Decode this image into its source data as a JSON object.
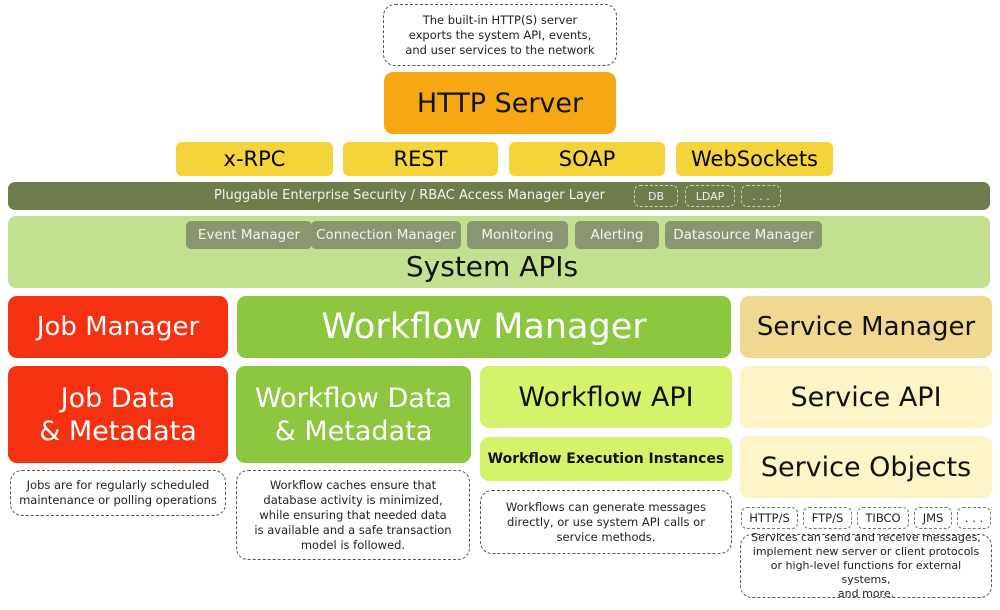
{
  "colors": {
    "http_server": "#f5a814",
    "protocol": "#f5d33a",
    "security_bar": "#6f7d4d",
    "system_apis": "#c2e08f",
    "job": "#f53112",
    "workflow": "#8dc63f",
    "workflow_light": "#d4f26a",
    "service_header": "#f0d890",
    "service_light": "#fdf4c8"
  },
  "http_note": "The built-in HTTP(S) server\nexports the system API, events,\nand user services to the network",
  "http_server": "HTTP Server",
  "protocols": [
    "x-RPC",
    "REST",
    "SOAP",
    "WebSockets"
  ],
  "security": {
    "label": "Pluggable Enterprise Security / RBAC Access Manager Layer",
    "providers": [
      "DB",
      "LDAP",
      ". . ."
    ]
  },
  "system_apis": {
    "title": "System APIs",
    "managers": [
      "Event Manager",
      "Connection Manager",
      "Monitoring",
      "Alerting",
      "Datasource Manager"
    ]
  },
  "job": {
    "manager": "Job Manager",
    "data": "Job Data\n& Metadata",
    "note": "Jobs are for regularly scheduled\nmaintenance or polling operations"
  },
  "workflow": {
    "manager": "Workflow Manager",
    "data": "Workflow Data\n& Metadata",
    "api": "Workflow API",
    "instances": "Workflow Execution Instances",
    "data_note": "Workflow caches ensure that\ndatabase activity is minimized,\nwhile ensuring that needed data\nis available and a safe transaction\nmodel is followed.",
    "api_note": "Workflows can generate messages\ndirectly, or use system API calls or\nservice methods."
  },
  "service": {
    "manager": "Service Manager",
    "api": "Service API",
    "objects": "Service Objects",
    "protocols": [
      "HTTP/S",
      "FTP/S",
      "TIBCO",
      "JMS",
      ". . ."
    ],
    "note": "Services can send and receive messages,\nimplement new server or client protocols\nor high-level functions for external systems,\nand more."
  }
}
